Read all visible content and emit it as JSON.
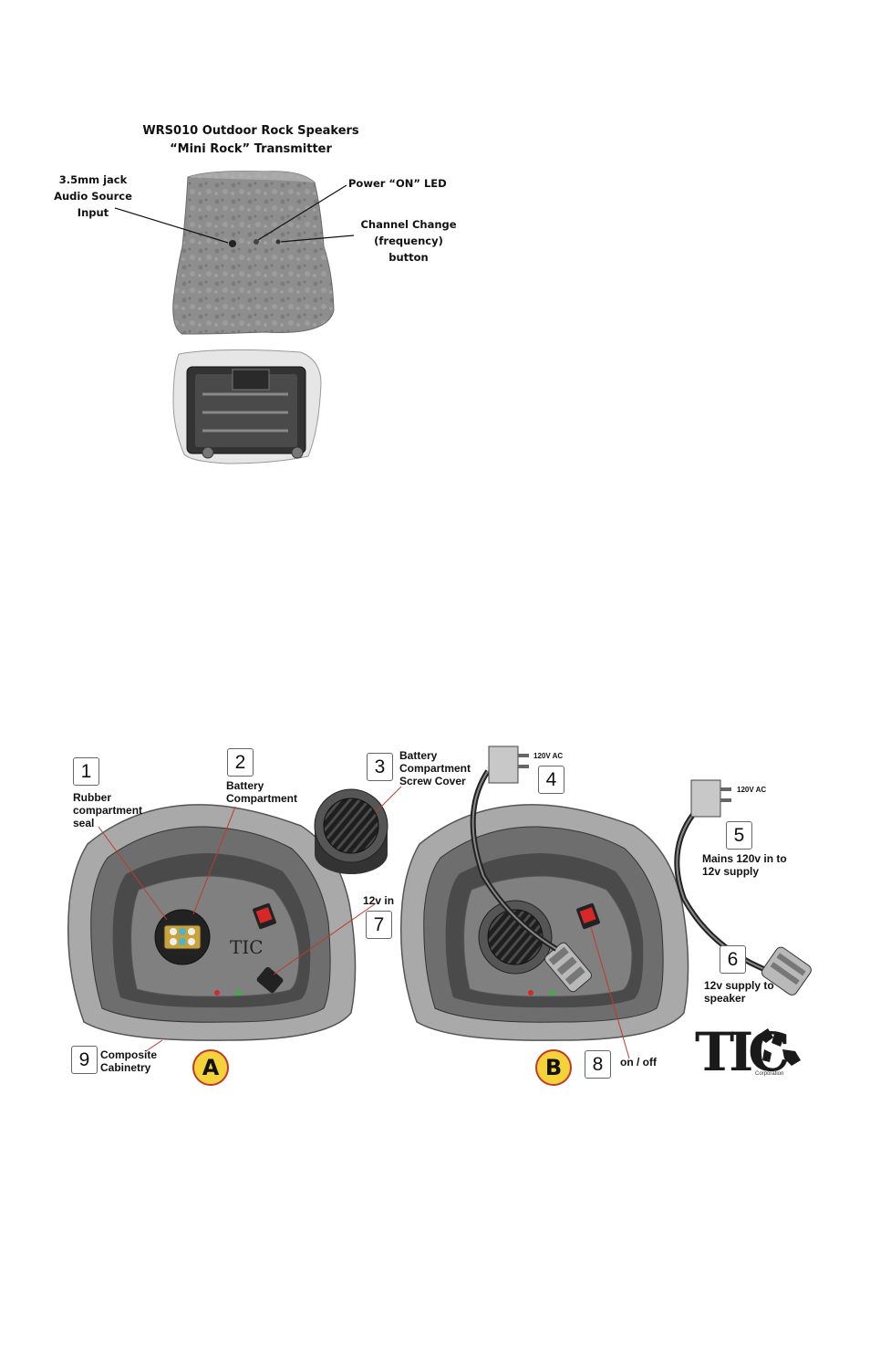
{
  "top": {
    "title_line1": "WRS010 Outdoor Rock Speakers",
    "title_line2": "“Mini Rock” Transmitter",
    "label_jack": "3.5mm jack Audio Source Input",
    "label_led": "Power “ON” LED",
    "label_channel": "Channel Change (frequency) button"
  },
  "bottom": {
    "callouts": [
      {
        "num": "1",
        "text": "Rubber compartment seal"
      },
      {
        "num": "2",
        "text": "Battery Compartment"
      },
      {
        "num": "3",
        "text": "Battery Compartment Screw Cover"
      },
      {
        "num": "4",
        "text": ""
      },
      {
        "num": "5",
        "text": "Mains 120v in to 12v supply"
      },
      {
        "num": "6",
        "text": "12v supply to speaker"
      },
      {
        "num": "7",
        "text": "12v in"
      },
      {
        "num": "8",
        "text": "on / off"
      },
      {
        "num": "9",
        "text": "Composite Cabinetry"
      }
    ],
    "plug_label_a": "120V AC",
    "plug_label_b": "120V AC",
    "view_a": "A",
    "view_b": "B",
    "logo_text": "TIC",
    "logo_sub": "Corporation"
  },
  "colors": {
    "rock_outer": "#a9a9a9",
    "rock_mid": "#6e6e6e",
    "rock_inner": "#4a4a4a",
    "panel": "#808080",
    "switch_red": "#d62828",
    "led_green": "#3cb043",
    "badge_fill": "#f3d23a"
  }
}
